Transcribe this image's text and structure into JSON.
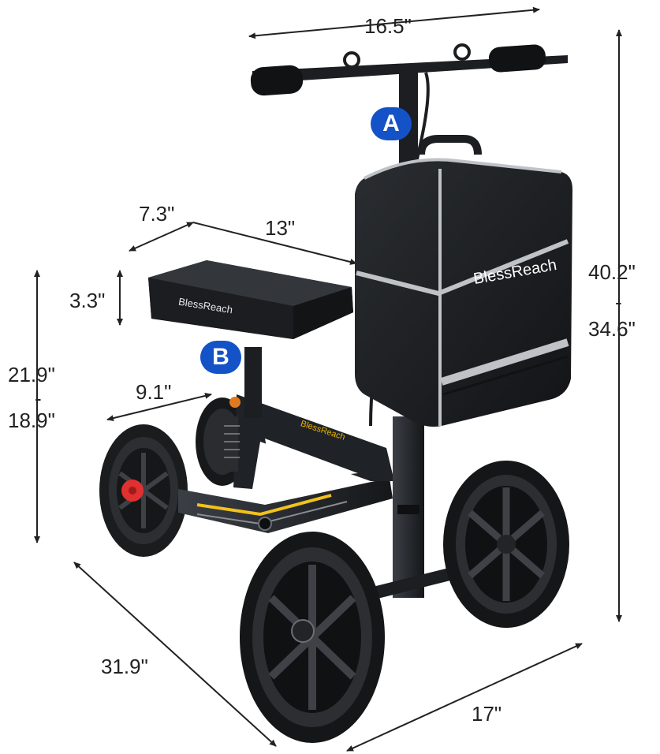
{
  "dimensions": {
    "handlebar_width": "16.5\"",
    "pad_width": "7.3\"",
    "pad_length": "13\"",
    "pad_thickness": "3.3\"",
    "pad_height_max": "21.9\"",
    "pad_height_sep": "-",
    "pad_height_min": "18.9\"",
    "front_to_pad": "9.1\"",
    "total_height_max": "40.2\"",
    "total_height_sep": "-",
    "total_height_min": "34.6\"",
    "length": "31.9\"",
    "width": "17\""
  },
  "badges": {
    "a": "A",
    "b": "B"
  },
  "brand": {
    "bag": "BlessReach",
    "seat": "BlessReach",
    "frame": "BlessReach",
    "frame_accent": "#e8b400"
  },
  "colors": {
    "badge_blue": "#1452c8",
    "frame": "#1f2226",
    "bag": "#1a1c1f",
    "reflective": "#bfc3c8",
    "wheel_hub": "#222428",
    "knob": "#e03030",
    "accent_yellow": "#f2c21b"
  },
  "icons": {
    "badge_a": "circled-letter-a-icon",
    "badge_b": "circled-letter-b-icon"
  }
}
